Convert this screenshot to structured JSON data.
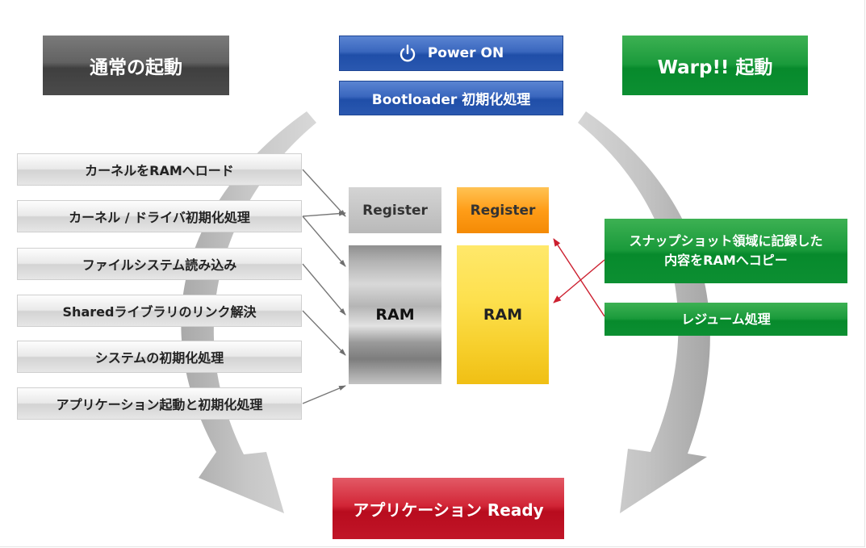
{
  "headers": {
    "normal_boot": "通常の起動",
    "warp_boot": "Warp!! 起動"
  },
  "top": {
    "power_on": "Power ON",
    "bootloader": "Bootloader 初期化処理"
  },
  "normal_steps": [
    "カーネルをRAMへロード",
    "カーネル / ドライバ初期化処理",
    "ファイルシステム読み込み",
    "Sharedライブラリのリンク解決",
    "システムの初期化処理",
    "アプリケーション起動と初期化処理"
  ],
  "memory": {
    "register_normal": "Register",
    "register_warp": "Register",
    "ram_normal": "RAM",
    "ram_warp": "RAM"
  },
  "warp_steps": {
    "snapshot_line1": "スナップショット領域に記録した",
    "snapshot_line2": "内容をRAMへコピー",
    "resume": "レジューム処理"
  },
  "result": {
    "ready": "アプリケーション Ready"
  },
  "colors": {
    "normal_header": "#555555",
    "warp_green": "#0f9136",
    "boot_blue": "#2d5bb3",
    "ready_red": "#c8182a",
    "register_orange": "#ff9d18",
    "ram_yellow": "#f8d733",
    "arrow_gray": "#bdbdbd",
    "connector_gray": "#777777",
    "connector_red": "#cc1f2f"
  }
}
